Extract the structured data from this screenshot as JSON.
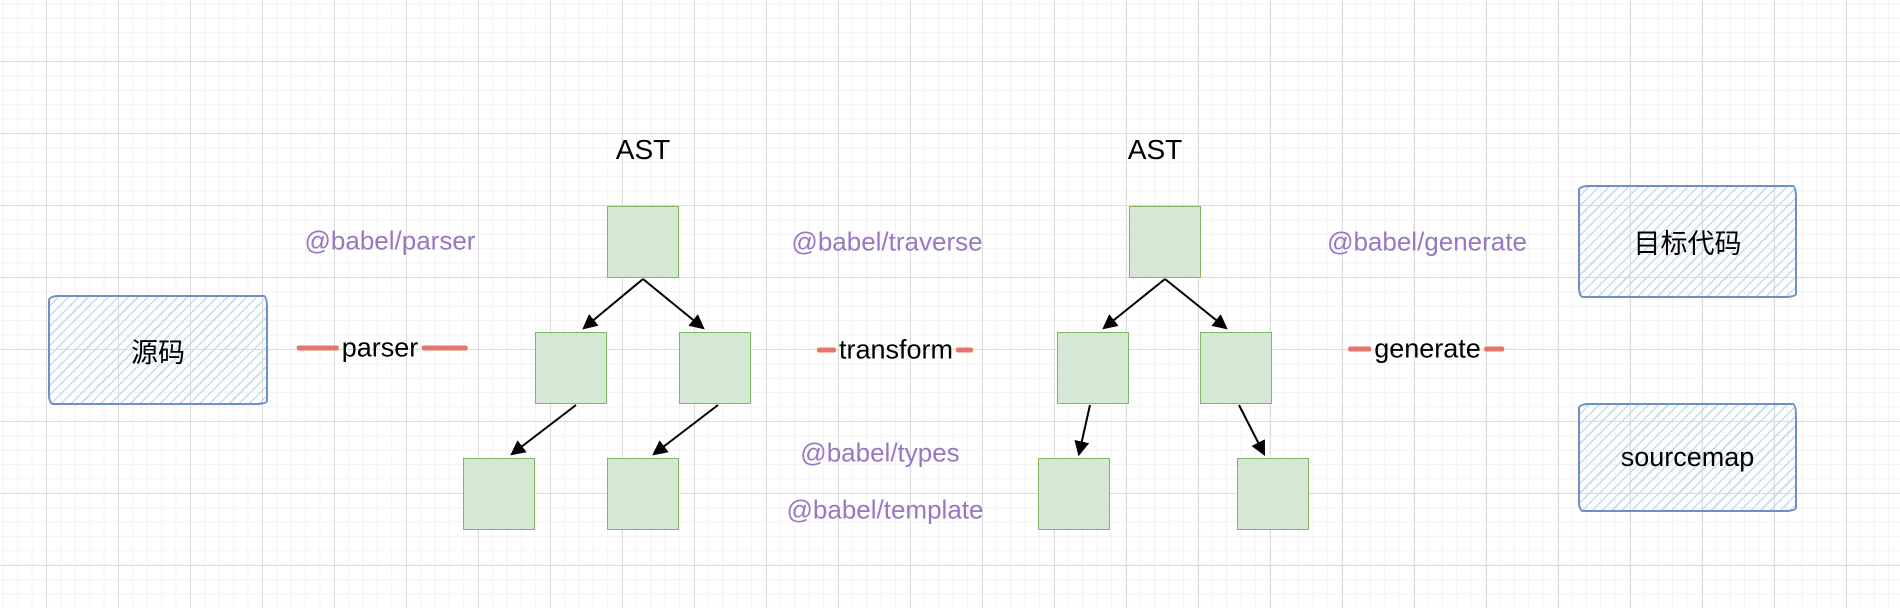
{
  "colors": {
    "node-fill": "#d5e8d4",
    "node-border": "#82b366",
    "sketch-border": "#6d8fc6",
    "sketch-hatch": "#c9d9f0",
    "package-text": "#9878c0",
    "dash-red": "#e8756a",
    "text-black": "#000000",
    "grid-minor": "#f3f3f3",
    "grid-major": "#dcdcdc",
    "canvas-bg": "#ffffff"
  },
  "boxes": {
    "source": "源码",
    "target": "目标代码",
    "sourcemap": "sourcemap"
  },
  "trees": [
    {
      "title": "AST"
    },
    {
      "title": "AST"
    }
  ],
  "stages": {
    "parser": "parser",
    "transform": "transform",
    "generate": "generate"
  },
  "packages": {
    "parser": "@babel/parser",
    "traverse": "@babel/traverse",
    "generate": "@babel/generate",
    "types": "@babel/types",
    "template": "@babel/template"
  }
}
